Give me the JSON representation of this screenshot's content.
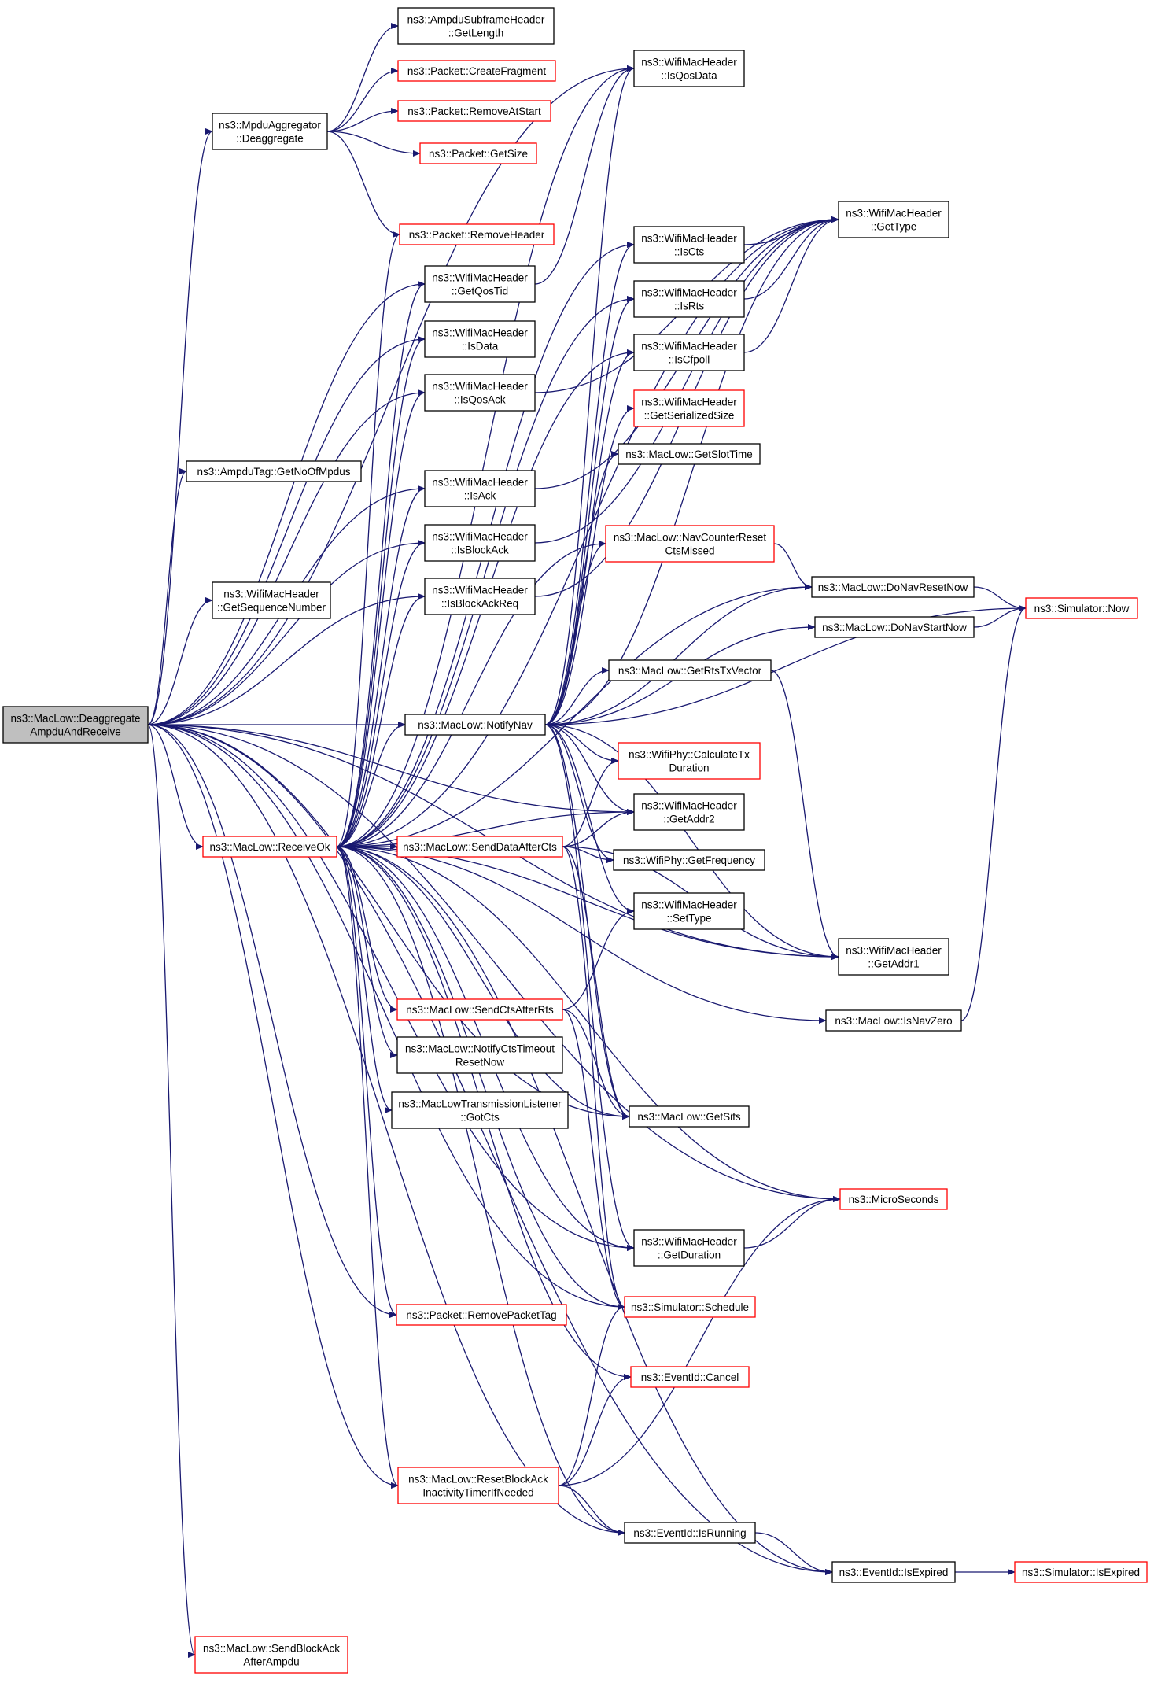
{
  "diagram": {
    "type": "call-graph",
    "colors": {
      "edge": "#191970",
      "root_fill": "#bfbfbf",
      "node_border": "#000000",
      "undocumented_border": "#ff0000",
      "text": "#000000"
    },
    "nodes": [
      {
        "id": "root",
        "lines": [
          "ns3::MacLow::Deaggregate",
          "AmpduAndReceive"
        ],
        "border": "black",
        "root": true
      },
      {
        "id": "mpduagg",
        "lines": [
          "ns3::MpduAggregator",
          "::Deaggregate"
        ],
        "border": "black"
      },
      {
        "id": "ampdutag",
        "lines": [
          "ns3::AmpduTag::GetNoOfMpdus"
        ],
        "border": "black"
      },
      {
        "id": "getseqnum",
        "lines": [
          "ns3::WifiMacHeader",
          "::GetSequenceNumber"
        ],
        "border": "black"
      },
      {
        "id": "receiveok",
        "lines": [
          "ns3::MacLow::ReceiveOk"
        ],
        "border": "red"
      },
      {
        "id": "sendblockack",
        "lines": [
          "ns3::MacLow::SendBlockAck",
          "AfterAmpdu"
        ],
        "border": "red"
      },
      {
        "id": "subframelen",
        "lines": [
          "ns3::AmpduSubframeHeader",
          "::GetLength"
        ],
        "border": "black"
      },
      {
        "id": "createfrag",
        "lines": [
          "ns3::Packet::CreateFragment"
        ],
        "border": "red"
      },
      {
        "id": "removeatstart",
        "lines": [
          "ns3::Packet::RemoveAtStart"
        ],
        "border": "red"
      },
      {
        "id": "getsize",
        "lines": [
          "ns3::Packet::GetSize"
        ],
        "border": "red"
      },
      {
        "id": "removeheader",
        "lines": [
          "ns3::Packet::RemoveHeader"
        ],
        "border": "red"
      },
      {
        "id": "getqostid",
        "lines": [
          "ns3::WifiMacHeader",
          "::GetQosTid"
        ],
        "border": "black"
      },
      {
        "id": "isdata",
        "lines": [
          "ns3::WifiMacHeader",
          "::IsData"
        ],
        "border": "black"
      },
      {
        "id": "isqosack",
        "lines": [
          "ns3::WifiMacHeader",
          "::IsQosAck"
        ],
        "border": "black"
      },
      {
        "id": "isack",
        "lines": [
          "ns3::WifiMacHeader",
          "::IsAck"
        ],
        "border": "black"
      },
      {
        "id": "isblockack",
        "lines": [
          "ns3::WifiMacHeader",
          "::IsBlockAck"
        ],
        "border": "black"
      },
      {
        "id": "isblockackreq",
        "lines": [
          "ns3::WifiMacHeader",
          "::IsBlockAckReq"
        ],
        "border": "black"
      },
      {
        "id": "notifynav",
        "lines": [
          "ns3::MacLow::NotifyNav"
        ],
        "border": "black"
      },
      {
        "id": "senddataaftercts",
        "lines": [
          "ns3::MacLow::SendDataAfterCts"
        ],
        "border": "red"
      },
      {
        "id": "sendctsafterrts",
        "lines": [
          "ns3::MacLow::SendCtsAfterRts"
        ],
        "border": "red"
      },
      {
        "id": "notifyctstimeout",
        "lines": [
          "ns3::MacLow::NotifyCtsTimeout",
          "ResetNow"
        ],
        "border": "black"
      },
      {
        "id": "gotcts",
        "lines": [
          "ns3::MacLowTransmissionListener",
          "::GotCts"
        ],
        "border": "black"
      },
      {
        "id": "removepackettag",
        "lines": [
          "ns3::Packet::RemovePacketTag"
        ],
        "border": "red"
      },
      {
        "id": "resetblockack",
        "lines": [
          "ns3::MacLow::ResetBlockAck",
          "InactivityTimerIfNeeded"
        ],
        "border": "red"
      },
      {
        "id": "isqosdata",
        "lines": [
          "ns3::WifiMacHeader",
          "::IsQosData"
        ],
        "border": "black"
      },
      {
        "id": "iscts",
        "lines": [
          "ns3::WifiMacHeader",
          "::IsCts"
        ],
        "border": "black"
      },
      {
        "id": "isrts",
        "lines": [
          "ns3::WifiMacHeader",
          "::IsRts"
        ],
        "border": "black"
      },
      {
        "id": "iscfpoll",
        "lines": [
          "ns3::WifiMacHeader",
          "::IsCfpoll"
        ],
        "border": "black"
      },
      {
        "id": "getserialsize",
        "lines": [
          "ns3::WifiMacHeader",
          "::GetSerializedSize"
        ],
        "border": "red"
      },
      {
        "id": "getslottime",
        "lines": [
          "ns3::MacLow::GetSlotTime"
        ],
        "border": "black"
      },
      {
        "id": "navcounterreset",
        "lines": [
          "ns3::MacLow::NavCounterReset",
          "CtsMissed"
        ],
        "border": "red"
      },
      {
        "id": "getrtstxvector",
        "lines": [
          "ns3::MacLow::GetRtsTxVector"
        ],
        "border": "black"
      },
      {
        "id": "calctxduration",
        "lines": [
          "ns3::WifiPhy::CalculateTx",
          "Duration"
        ],
        "border": "red"
      },
      {
        "id": "getaddr2",
        "lines": [
          "ns3::WifiMacHeader",
          "::GetAddr2"
        ],
        "border": "black"
      },
      {
        "id": "getfrequency",
        "lines": [
          "ns3::WifiPhy::GetFrequency"
        ],
        "border": "black"
      },
      {
        "id": "settype",
        "lines": [
          "ns3::WifiMacHeader",
          "::SetType"
        ],
        "border": "black"
      },
      {
        "id": "getsifs",
        "lines": [
          "ns3::MacLow::GetSifs"
        ],
        "border": "black"
      },
      {
        "id": "getduration",
        "lines": [
          "ns3::WifiMacHeader",
          "::GetDuration"
        ],
        "border": "black"
      },
      {
        "id": "schedule",
        "lines": [
          "ns3::Simulator::Schedule"
        ],
        "border": "red"
      },
      {
        "id": "cancel",
        "lines": [
          "ns3::EventId::Cancel"
        ],
        "border": "red"
      },
      {
        "id": "isrunning",
        "lines": [
          "ns3::EventId::IsRunning"
        ],
        "border": "black"
      },
      {
        "id": "gettype",
        "lines": [
          "ns3::WifiMacHeader",
          "::GetType"
        ],
        "border": "black"
      },
      {
        "id": "donavresetnow",
        "lines": [
          "ns3::MacLow::DoNavResetNow"
        ],
        "border": "black"
      },
      {
        "id": "donavstartnow",
        "lines": [
          "ns3::MacLow::DoNavStartNow"
        ],
        "border": "black"
      },
      {
        "id": "getaddr1",
        "lines": [
          "ns3::WifiMacHeader",
          "::GetAddr1"
        ],
        "border": "black"
      },
      {
        "id": "isnavzero",
        "lines": [
          "ns3::MacLow::IsNavZero"
        ],
        "border": "black"
      },
      {
        "id": "microseconds",
        "lines": [
          "ns3::MicroSeconds"
        ],
        "border": "red"
      },
      {
        "id": "isexpired",
        "lines": [
          "ns3::EventId::IsExpired"
        ],
        "border": "black"
      },
      {
        "id": "simnow",
        "lines": [
          "ns3::Simulator::Now"
        ],
        "border": "red"
      },
      {
        "id": "simisexpired",
        "lines": [
          "ns3::Simulator::IsExpired"
        ],
        "border": "red"
      }
    ],
    "edges": [
      [
        "root",
        "mpduagg"
      ],
      [
        "root",
        "ampdutag"
      ],
      [
        "root",
        "getseqnum"
      ],
      [
        "root",
        "receiveok"
      ],
      [
        "root",
        "sendblockack"
      ],
      [
        "root",
        "isqosdata"
      ],
      [
        "root",
        "getqostid"
      ],
      [
        "root",
        "isdata"
      ],
      [
        "root",
        "isqosack"
      ],
      [
        "root",
        "isack"
      ],
      [
        "root",
        "isblockack"
      ],
      [
        "root",
        "isblockackreq"
      ],
      [
        "root",
        "notifynav"
      ],
      [
        "root",
        "getaddr2"
      ],
      [
        "root",
        "getaddr1"
      ],
      [
        "root",
        "removepackettag"
      ],
      [
        "root",
        "resetblockack"
      ],
      [
        "root",
        "getsifs"
      ],
      [
        "root",
        "schedule"
      ],
      [
        "root",
        "isrunning"
      ],
      [
        "root",
        "isexpired"
      ],
      [
        "root",
        "microseconds"
      ],
      [
        "root",
        "getduration"
      ],
      [
        "mpduagg",
        "subframelen"
      ],
      [
        "mpduagg",
        "createfrag"
      ],
      [
        "mpduagg",
        "removeatstart"
      ],
      [
        "mpduagg",
        "getsize"
      ],
      [
        "mpduagg",
        "removeheader"
      ],
      [
        "getqostid",
        "isqosdata"
      ],
      [
        "isqosack",
        "gettype"
      ],
      [
        "isack",
        "gettype"
      ],
      [
        "isblockack",
        "gettype"
      ],
      [
        "isblockackreq",
        "gettype"
      ],
      [
        "iscts",
        "gettype"
      ],
      [
        "isrts",
        "gettype"
      ],
      [
        "iscfpoll",
        "gettype"
      ],
      [
        "receiveok",
        "removeheader"
      ],
      [
        "receiveok",
        "getqostid"
      ],
      [
        "receiveok",
        "isdata"
      ],
      [
        "receiveok",
        "isqosack"
      ],
      [
        "receiveok",
        "isack"
      ],
      [
        "receiveok",
        "isblockack"
      ],
      [
        "receiveok",
        "isblockackreq"
      ],
      [
        "receiveok",
        "notifynav"
      ],
      [
        "receiveok",
        "senddataaftercts"
      ],
      [
        "receiveok",
        "sendctsafterrts"
      ],
      [
        "receiveok",
        "notifyctstimeout"
      ],
      [
        "receiveok",
        "gotcts"
      ],
      [
        "receiveok",
        "removepackettag"
      ],
      [
        "receiveok",
        "resetblockack"
      ],
      [
        "receiveok",
        "getaddr2"
      ],
      [
        "receiveok",
        "getaddr1"
      ],
      [
        "receiveok",
        "getduration"
      ],
      [
        "receiveok",
        "schedule"
      ],
      [
        "receiveok",
        "cancel"
      ],
      [
        "receiveok",
        "isrunning"
      ],
      [
        "receiveok",
        "isexpired"
      ],
      [
        "receiveok",
        "getsifs"
      ],
      [
        "receiveok",
        "microseconds"
      ],
      [
        "receiveok",
        "isnavzero"
      ],
      [
        "receiveok",
        "iscts"
      ],
      [
        "receiveok",
        "isrts"
      ],
      [
        "receiveok",
        "iscfpoll"
      ],
      [
        "receiveok",
        "navcounterreset"
      ],
      [
        "receiveok",
        "donavresetnow"
      ],
      [
        "receiveok",
        "isqosdata"
      ],
      [
        "receiveok",
        "gettype"
      ],
      [
        "notifynav",
        "isqosdata"
      ],
      [
        "notifynav",
        "gettype"
      ],
      [
        "notifynav",
        "iscts"
      ],
      [
        "notifynav",
        "isrts"
      ],
      [
        "notifynav",
        "iscfpoll"
      ],
      [
        "notifynav",
        "getserialsize"
      ],
      [
        "notifynav",
        "getslottime"
      ],
      [
        "notifynav",
        "navcounterreset"
      ],
      [
        "notifynav",
        "donavresetnow"
      ],
      [
        "notifynav",
        "donavstartnow"
      ],
      [
        "notifynav",
        "simnow"
      ],
      [
        "notifynav",
        "getrtstxvector"
      ],
      [
        "notifynav",
        "calctxduration"
      ],
      [
        "notifynav",
        "getaddr2"
      ],
      [
        "notifynav",
        "getfrequency"
      ],
      [
        "notifynav",
        "settype"
      ],
      [
        "notifynav",
        "getaddr1"
      ],
      [
        "notifynav",
        "getsifs"
      ],
      [
        "notifynav",
        "getduration"
      ],
      [
        "senddataaftercts",
        "calctxduration"
      ],
      [
        "senddataaftercts",
        "getaddr2"
      ],
      [
        "senddataaftercts",
        "getfrequency"
      ],
      [
        "senddataaftercts",
        "getaddr1"
      ],
      [
        "senddataaftercts",
        "getsifs"
      ],
      [
        "senddataaftercts",
        "schedule"
      ],
      [
        "sendctsafterrts",
        "settype"
      ],
      [
        "sendctsafterrts",
        "getsifs"
      ],
      [
        "sendctsafterrts",
        "schedule"
      ],
      [
        "navcounterreset",
        "donavresetnow"
      ],
      [
        "donavresetnow",
        "simnow"
      ],
      [
        "donavstartnow",
        "simnow"
      ],
      [
        "getrtstxvector",
        "getaddr1"
      ],
      [
        "isnavzero",
        "simnow"
      ],
      [
        "getduration",
        "microseconds"
      ],
      [
        "resetblockack",
        "cancel"
      ],
      [
        "resetblockack",
        "schedule"
      ],
      [
        "resetblockack",
        "isrunning"
      ],
      [
        "resetblockack",
        "microseconds"
      ],
      [
        "isrunning",
        "isexpired"
      ],
      [
        "isexpired",
        "simisexpired"
      ]
    ]
  }
}
